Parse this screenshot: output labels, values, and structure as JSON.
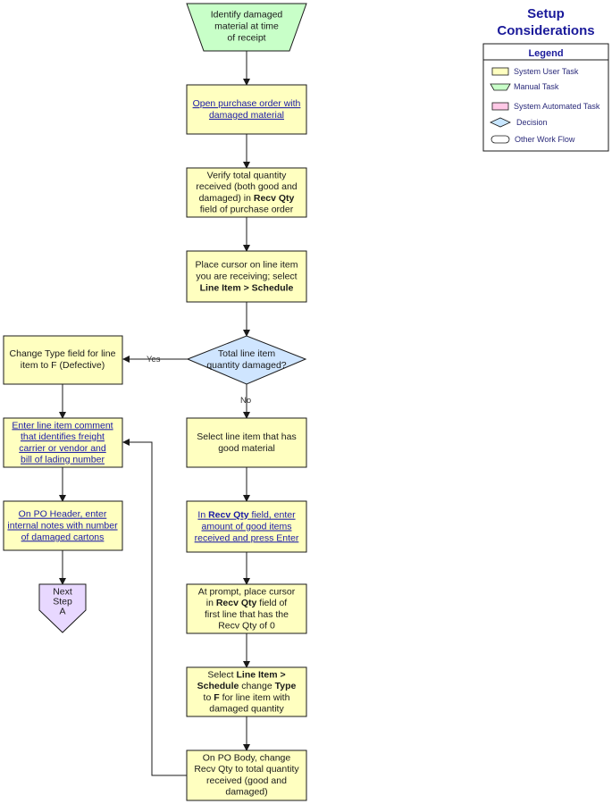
{
  "setup": {
    "title_line1": "Setup",
    "title_line2": "Considerations",
    "legend_title": "Legend",
    "legend_items": [
      {
        "label": "System User Task",
        "shape": "rect",
        "color": "#ffffc0"
      },
      {
        "label": "Manual Task",
        "shape": "trapezoid",
        "color": "#c8ffc8"
      },
      {
        "label": "System Automated Task",
        "shape": "rect",
        "color": "#ffc8e6"
      },
      {
        "label": "Decision",
        "shape": "diamond",
        "color": "#c8e6ff"
      },
      {
        "label": "Other Work Flow",
        "shape": "oval",
        "color": "#ffffff"
      }
    ]
  },
  "colors": {
    "user_task": "#ffffc0",
    "manual_task": "#c8ffc8",
    "decision": "#cfe5ff",
    "offpage": "#e8d8ff",
    "line": "#1a1a1a",
    "link": "#1a1aa6",
    "title": "#1a1a9a"
  },
  "nodes": {
    "identify": [
      "Identify damaged",
      "material at time",
      "of receipt"
    ],
    "open_po": [
      "Open purchase order with",
      "damaged material"
    ],
    "verify": [
      "Verify total quantity",
      "received (both good and",
      "damaged) in |Recv Qty|",
      "field of purchase order"
    ],
    "place_cursor": [
      "Place cursor on line item",
      "you are receiving; select",
      "|Line Item > Schedule|"
    ],
    "decision": [
      "Total line item",
      "quantity damaged?"
    ],
    "change_type": [
      "Change Type field for line",
      "item to F (Defective)"
    ],
    "comment": [
      "Enter line item comment",
      "that identifies freight",
      "carrier or vendor and",
      "bill of lading number"
    ],
    "po_header": [
      "On PO Header, enter",
      "internal notes with number",
      "of damaged cartons"
    ],
    "next_step": [
      "Next",
      "Step",
      "A"
    ],
    "select_good": [
      "Select line item that has",
      "good material"
    ],
    "recv_qty": [
      "In |Recv Qty| field, enter",
      "amount of good items",
      "received and press Enter"
    ],
    "prompt": [
      "At prompt, place cursor",
      "in |Recv Qty| field of",
      "first line that has the",
      "Recv Qty of 0"
    ],
    "select_schedule": [
      "Select |Line Item >|",
      "|Schedule| change |Type|",
      "to |F| for line item with",
      "damaged quantity"
    ],
    "po_body": [
      "On PO Body, change",
      "Recv Qty to total quantity",
      "received (good and",
      "damaged)"
    ]
  },
  "labels": {
    "yes": "Yes",
    "no": "No"
  }
}
